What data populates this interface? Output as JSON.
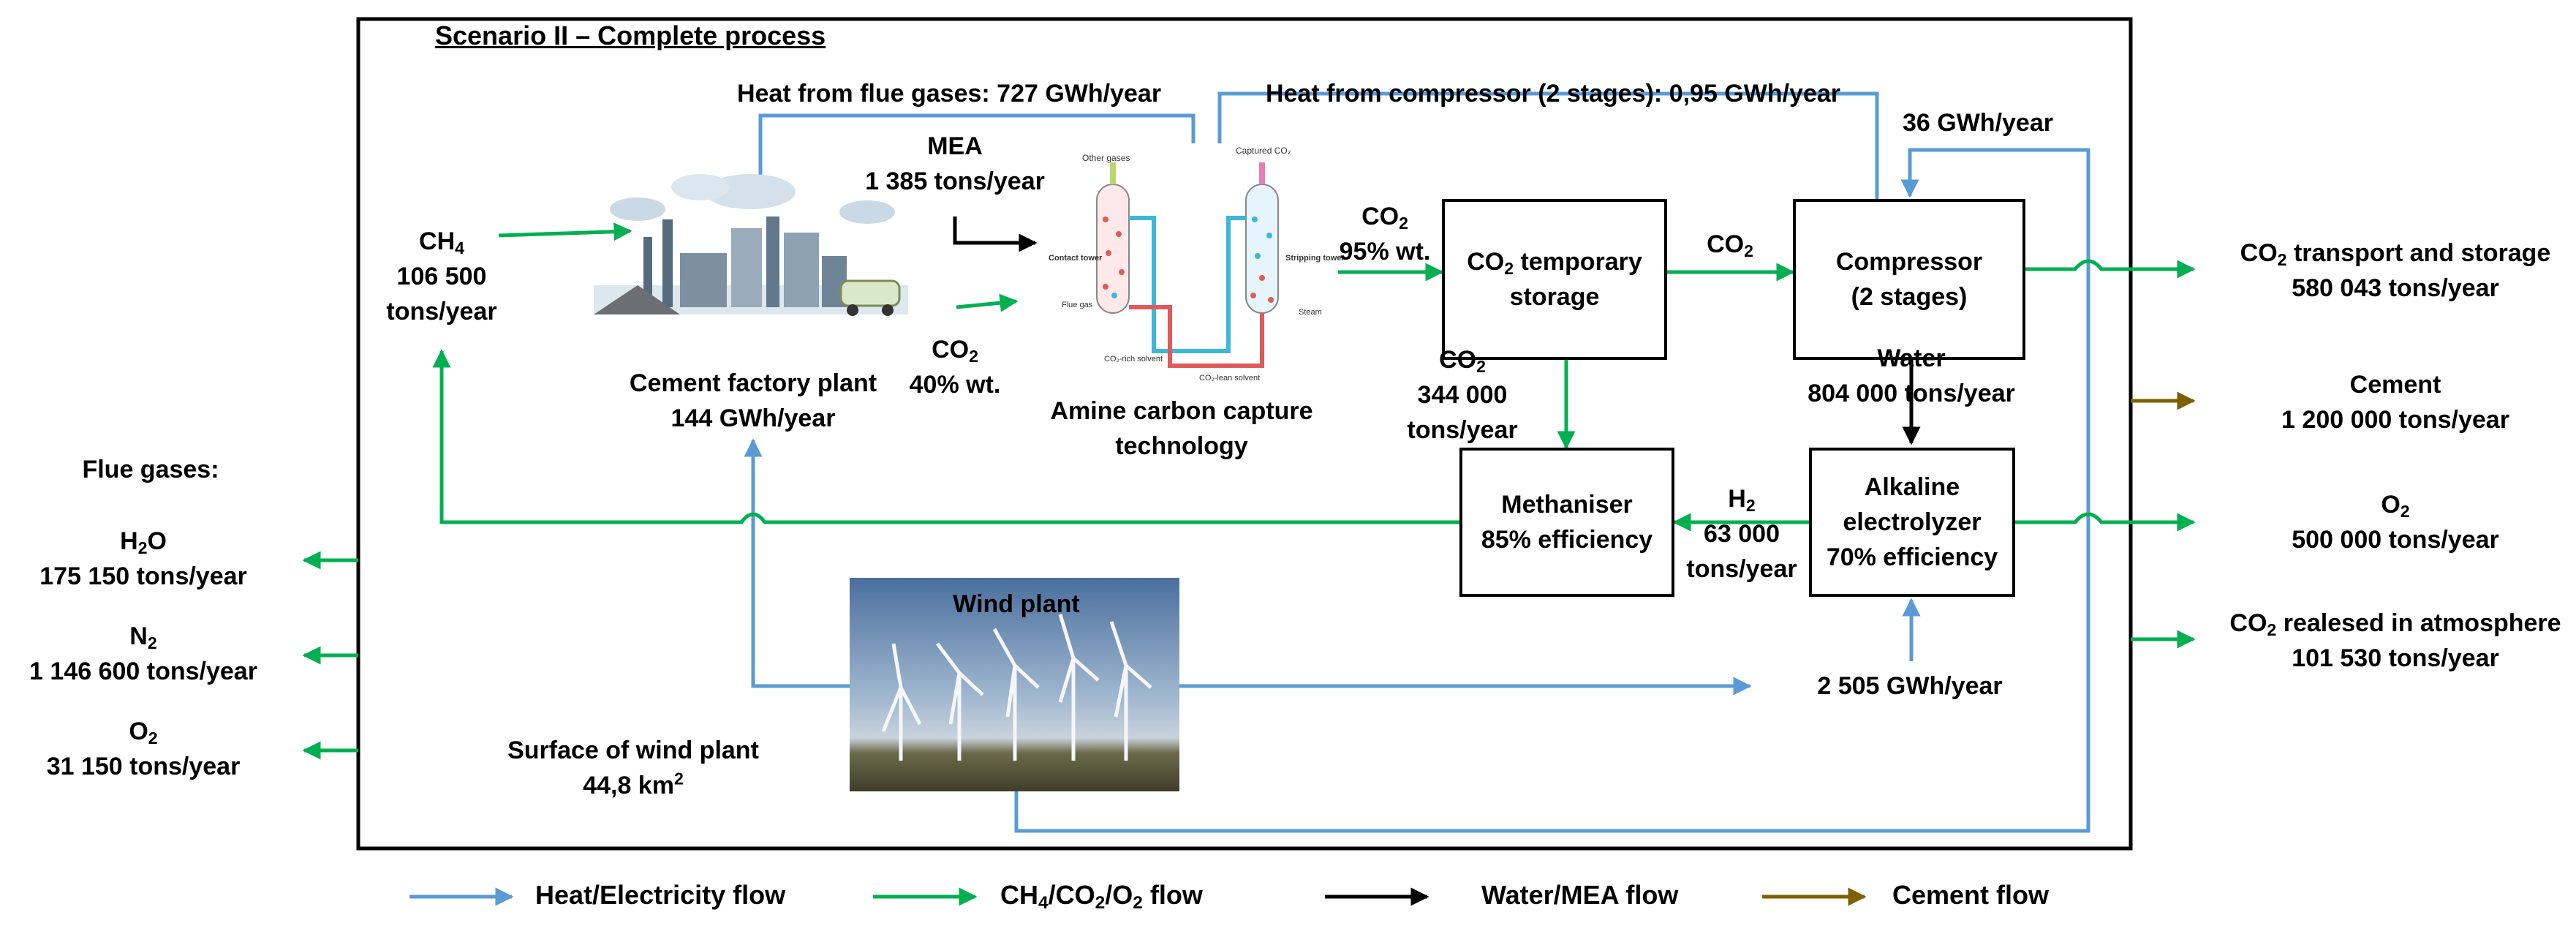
{
  "title": "Scenario II – Complete process",
  "colors": {
    "heat_electricity": "#5b9bd5",
    "ch4_co2_o2": "#00b050",
    "water_mea": "#000000",
    "cement": "#7f6000"
  },
  "labels": {
    "heat_flue": "Heat from flue gases: 727 GWh/year",
    "heat_compressor": "Heat from compressor (2 stages): 0,95 GWh/year",
    "compressor_heat": "36 GWh/year",
    "mea_name": "MEA",
    "mea_value": "1 385 tons/year",
    "ch4_name": "CH",
    "ch4_sub": "4",
    "ch4_value1": "106 500",
    "ch4_value2": "tons/year",
    "cement_plant_name": "Cement factory plant",
    "cement_plant_energy": "144 GWh/year",
    "co2_in_name": "CO",
    "co2_in_sub": "2",
    "co2_in_value": "40% wt.",
    "amine_name1": "Amine carbon capture",
    "amine_name2": "technology",
    "co2_out_name": "CO",
    "co2_out_sub": "2",
    "co2_out_value": "95% wt.",
    "co2_compressor_name": "CO",
    "co2_compressor_sub": "2",
    "co2_methaniser_name": "CO",
    "co2_methaniser_sub": "2",
    "co2_methaniser_value1": "344 000",
    "co2_methaniser_value2": "tons/year",
    "water_name": "Water",
    "water_value": "804 000 tons/year",
    "h2_name": "H",
    "h2_sub": "2",
    "h2_value1": "63 000",
    "h2_value2": "tons/year",
    "wind_energy": "2 505 GWh/year",
    "wind_plant": "Wind plant",
    "wind_surface": "Surface of wind plant",
    "wind_surface_value": "44,8 km",
    "wind_surface_sup": "2"
  },
  "boxes": {
    "storage_line1_prefix": "CO",
    "storage_line1_sub": "2",
    "storage_line1_suffix": " temporary",
    "storage_line2": "storage",
    "compressor_line1": "Compressor",
    "compressor_line2": "(2 stages)",
    "methaniser_line1": "Methaniser",
    "methaniser_line2": "85% efficiency",
    "electrolyzer_line1": "Alkaline",
    "electrolyzer_line2": "electrolyzer",
    "electrolyzer_line3": "70% efficiency"
  },
  "icons": {
    "amine_other_gases": "Other gases",
    "amine_captured_co2": "Captured CO₂",
    "amine_contact_tower": "Contact tower",
    "amine_stripping_tower": "Stripping tower",
    "amine_steam": "Steam",
    "amine_flue_gas": "Flue gas",
    "amine_rich": "CO₂-rich solvent",
    "amine_lean": "CO₂-lean solvent"
  },
  "outputs_right": {
    "transport_name_prefix": "CO",
    "transport_name_sub": "2",
    "transport_name_suffix": " transport and storage",
    "transport_value": "580 043 tons/year",
    "cement_name": "Cement",
    "cement_value": "1 200 000 tons/year",
    "o2_name": "O",
    "o2_sub": "2",
    "o2_value": "500 000 tons/year",
    "released_prefix": "CO",
    "released_sub": "2",
    "released_suffix": " realesed in atmosphere",
    "released_value": "101 530 tons/year"
  },
  "outputs_left": {
    "heading": "Flue gases:",
    "h2o_name": "H",
    "h2o_sub": "2",
    "h2o_suffix": "O",
    "h2o_value": "175 150 tons/year",
    "n2_name": "N",
    "n2_sub": "2",
    "n2_value": "1 146 600 tons/year",
    "o2_name": "O",
    "o2_sub": "2",
    "o2_value": "31 150 tons/year"
  },
  "legend": {
    "heat": "Heat/Electricity flow",
    "gas_prefix": "CH",
    "gas_sub1": "4",
    "gas_mid": "/CO",
    "gas_sub2": "2",
    "gas_mid2": "/O",
    "gas_sub3": "2",
    "gas_suffix": " flow",
    "water": "Water/MEA flow",
    "cement": "Cement flow"
  }
}
